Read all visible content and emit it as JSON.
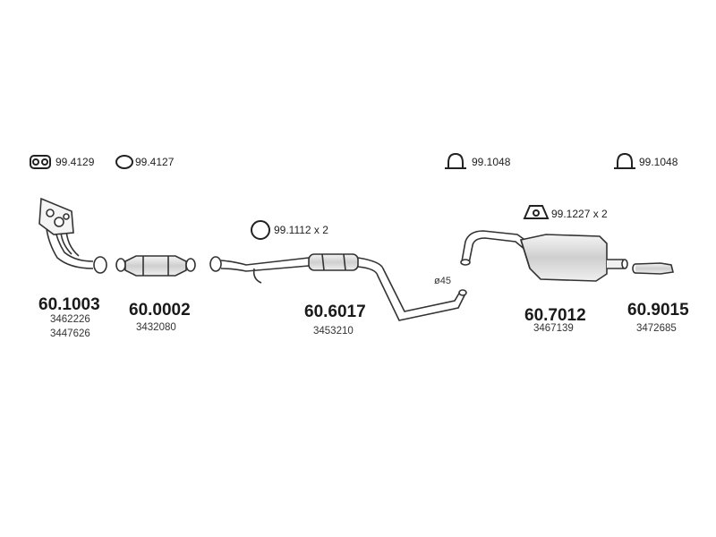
{
  "accessories": {
    "flange_gasket": "99.4129",
    "ring_gasket": "99.4127",
    "clamp_1": "99.1048",
    "clamp_2": "99.1048",
    "ring_x2": "99.1112 x 2",
    "hanger_x2": "99.1227 x 2"
  },
  "parts": {
    "manifold": {
      "pn": "60.1003",
      "refs": [
        "3462226",
        "3447626"
      ]
    },
    "catalyst": {
      "pn": "60.0002",
      "refs": [
        "3432080"
      ]
    },
    "middle_pipe": {
      "pn": "60.6017",
      "refs": [
        "3453210"
      ]
    },
    "rear_silencer": {
      "pn": "60.7012",
      "refs": [
        "3467139"
      ]
    },
    "tail_pipe": {
      "pn": "60.9015",
      "refs": [
        "3472685"
      ]
    }
  },
  "dimension_label": "ø45",
  "colors": {
    "stroke": "#333333",
    "fill_light": "#f2f2f2",
    "fill_metal": "#d9d9d9"
  }
}
